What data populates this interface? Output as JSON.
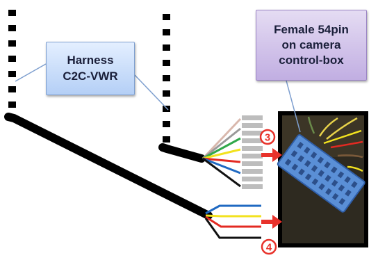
{
  "labels": {
    "harness": "Harness\nC2C-VWR",
    "connector": "Female 54pin\non camera\ncontrol-box"
  },
  "markers": {
    "top": "3",
    "bottom": "4"
  },
  "colors": {
    "harness_box": "#b9d3f7",
    "connector_box": "#c7b6e6",
    "arrow": "#e8322b",
    "marker_ring": "#e8322b",
    "connector_body": "#5a8fd6",
    "cable": "#000000"
  },
  "wires": {
    "top_group": [
      "#d9b8ad",
      "#9a9a9a",
      "#2fa84a",
      "#f2e21f",
      "#e32a22",
      "#1f69c2",
      "#111111"
    ],
    "bottom_group": [
      "#1f69c2",
      "#f2e21f",
      "#e32a22",
      "#111111"
    ]
  }
}
